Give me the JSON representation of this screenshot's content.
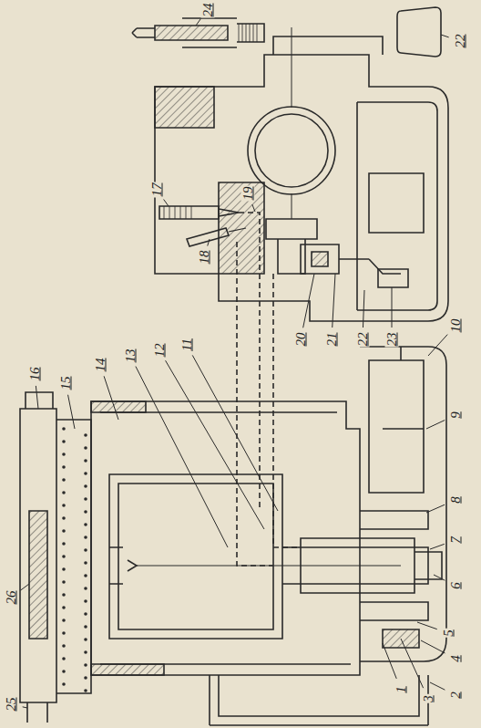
{
  "diagram": {
    "labels": [
      "1",
      "2",
      "3",
      "4",
      "5",
      "6",
      "7",
      "8",
      "9",
      "10",
      "11",
      "12",
      "13",
      "14",
      "15",
      "16",
      "17",
      "18",
      "19",
      "20",
      "21",
      "22",
      "22",
      "23",
      "24",
      "25",
      "26"
    ]
  }
}
